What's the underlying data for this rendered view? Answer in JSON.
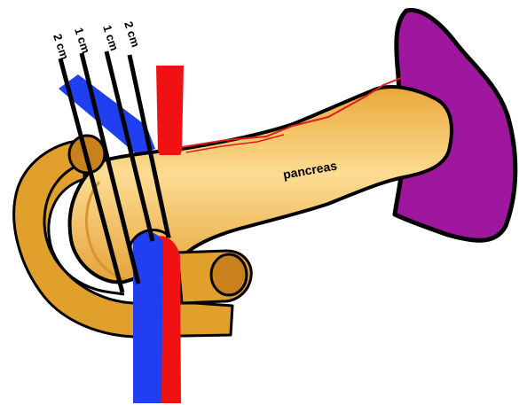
{
  "organ_label": "pancreas",
  "margin_labels": [
    "2 cm",
    "1 cm",
    "1 cm",
    "2 cm"
  ],
  "colors": {
    "pancreas": "#f4b545",
    "pancreas_highlight": "#fbd98a",
    "duodenum": "#e1a02c",
    "duct": "#c8811c",
    "spleen": "#a0179f",
    "vein": "#1f3ff0",
    "artery": "#f01212",
    "line": "#000000"
  }
}
